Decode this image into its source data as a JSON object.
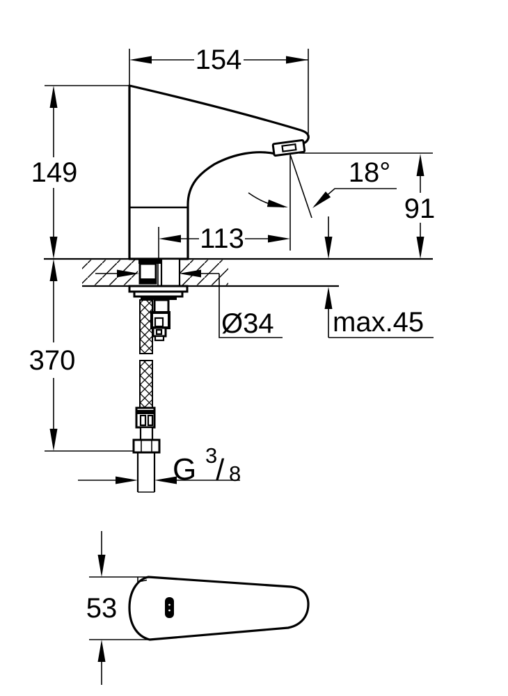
{
  "drawing": {
    "type": "technical-dimension-drawing",
    "product": "sensor-faucet",
    "colors": {
      "line": "#000000",
      "background": "#ffffff"
    },
    "views": {
      "side_view": {
        "dimensions": {
          "spout_reach_top": "154",
          "body_height": "149",
          "spout_angle": "18°",
          "outlet_height": "91",
          "outlet_offset": "113",
          "mounting_hole_diameter": "Ø34",
          "max_deck_thickness": "max.45",
          "hose_length": "370",
          "thread": {
            "g": "G",
            "numerator": "3",
            "slash": "/",
            "denominator": "8"
          }
        }
      },
      "top_view": {
        "dimensions": {
          "body_width": "53"
        }
      }
    }
  }
}
